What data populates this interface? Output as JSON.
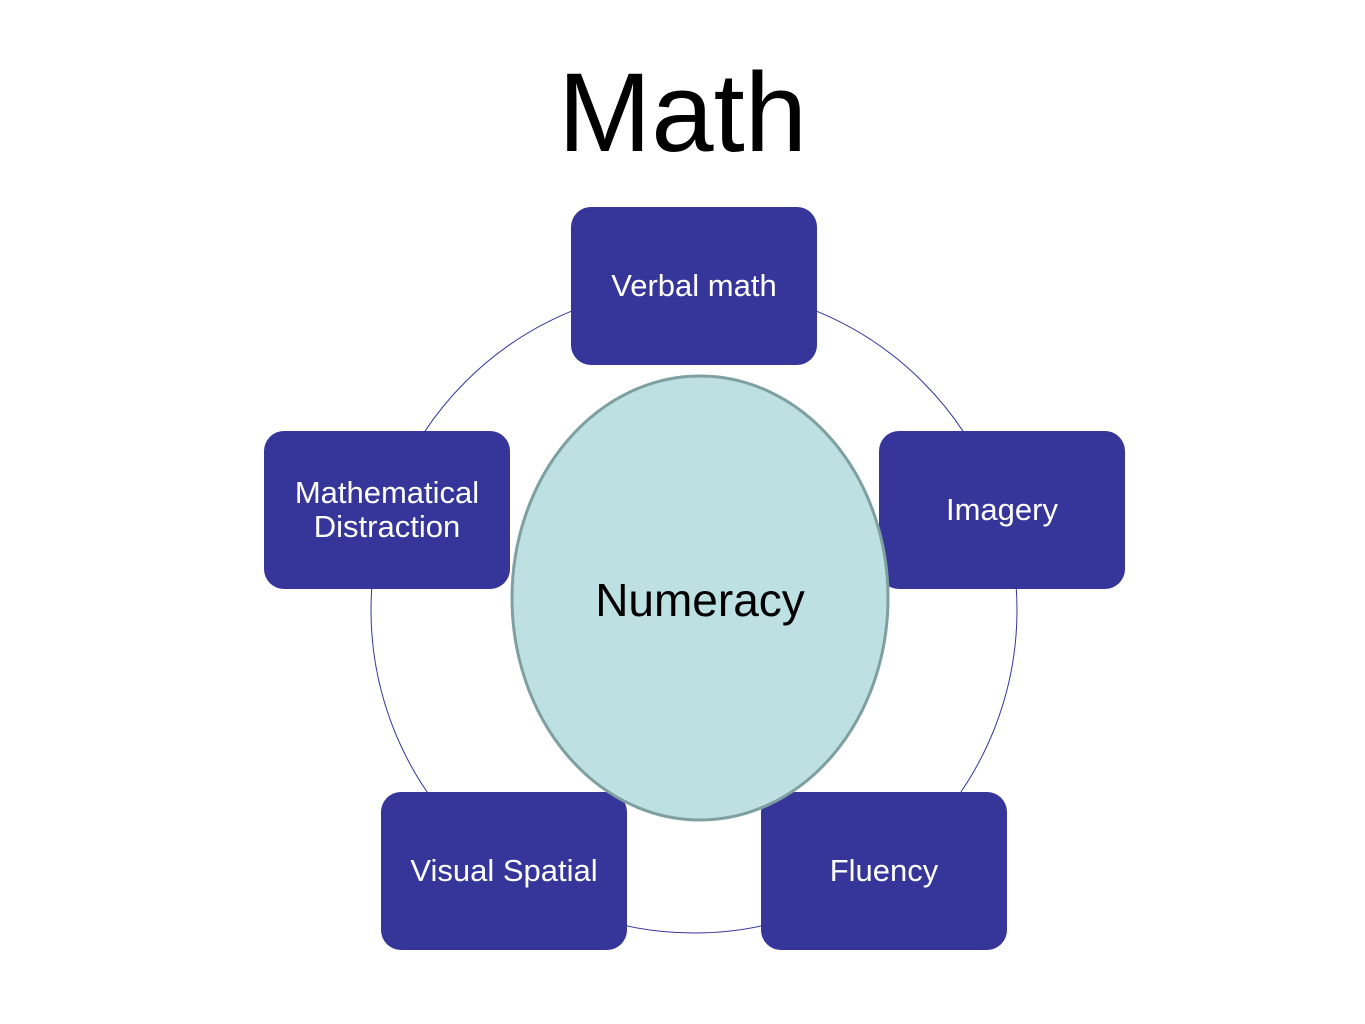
{
  "title": "Math",
  "colors": {
    "node_fill": "#35359a",
    "node_text": "#ffffff",
    "center_fill": "#bde0e3",
    "center_stroke": "#7fa0a0",
    "ring_stroke": "#35359a"
  },
  "center": {
    "label": "Numeracy"
  },
  "nodes": [
    {
      "id": "verbal-math",
      "label": "Verbal math"
    },
    {
      "id": "imagery",
      "label": "Imagery"
    },
    {
      "id": "fluency",
      "label": "Fluency"
    },
    {
      "id": "visual-spatial",
      "label": "Visual Spatial"
    },
    {
      "id": "mathematical-distraction",
      "label": "Mathematical Distraction"
    }
  ]
}
